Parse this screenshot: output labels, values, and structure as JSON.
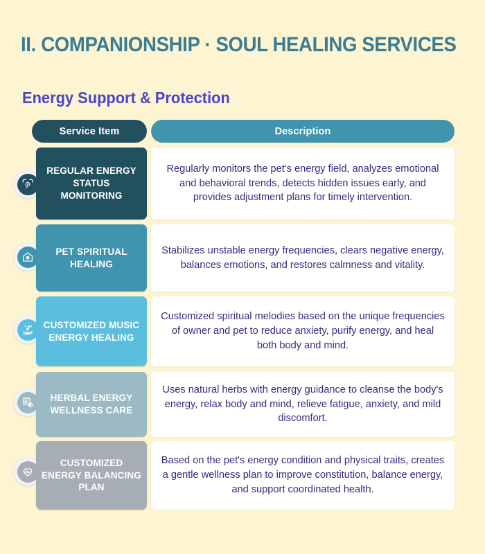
{
  "page": {
    "background_color": "#FDF4D1",
    "title": "II. COMPANIONSHIP · SOUL HEALING SERVICES",
    "subtitle": "Energy Support & Protection",
    "title_color": "#3A7C94",
    "subtitle_color": "#4A45C8",
    "description_text_color": "#362A7C"
  },
  "table": {
    "header": {
      "service_label": "Service Item",
      "description_label": "Description",
      "service_color": "#23505F",
      "description_color": "#4094AE"
    },
    "rows": [
      {
        "icon": "fingerprint-scan-icon",
        "service": "REGULAR ENERGY STATUS MONITORING",
        "description": "Regularly monitors the pet's energy field, analyzes emotional and behavioral trends, detects hidden issues early, and provides adjustment plans for timely intervention.",
        "color": "#23505F"
      },
      {
        "icon": "spirit-house-icon",
        "service": "PET SPIRITUAL HEALING",
        "description": "Stabilizes unstable energy frequencies, clears negative energy, balances emotions, and restores calmness and vitality.",
        "color": "#4094AE"
      },
      {
        "icon": "music-hand-icon",
        "service": "CUSTOMIZED MUSIC ENERGY HEALING",
        "description": "Customized spiritual melodies based on the unique frequencies of owner and pet to reduce anxiety, purify energy, and heal both body and mind.",
        "color": "#5BBEDF"
      },
      {
        "icon": "herbal-document-icon",
        "service": "HERBAL ENERGY WELLNESS CARE",
        "description": "Uses natural herbs with energy guidance to cleanse the body's energy, relax body and mind, relieve fatigue, anxiety, and mild discomfort.",
        "color": "#9BBAC4"
      },
      {
        "icon": "heart-pulse-icon",
        "service": "CUSTOMIZED ENERGY BALANCING PLAN",
        "description": "Based on the pet's energy condition and physical traits, creates a gentle wellness plan to improve constitution, balance energy, and support coordinated health.",
        "color": "#A7ADB4"
      }
    ]
  }
}
